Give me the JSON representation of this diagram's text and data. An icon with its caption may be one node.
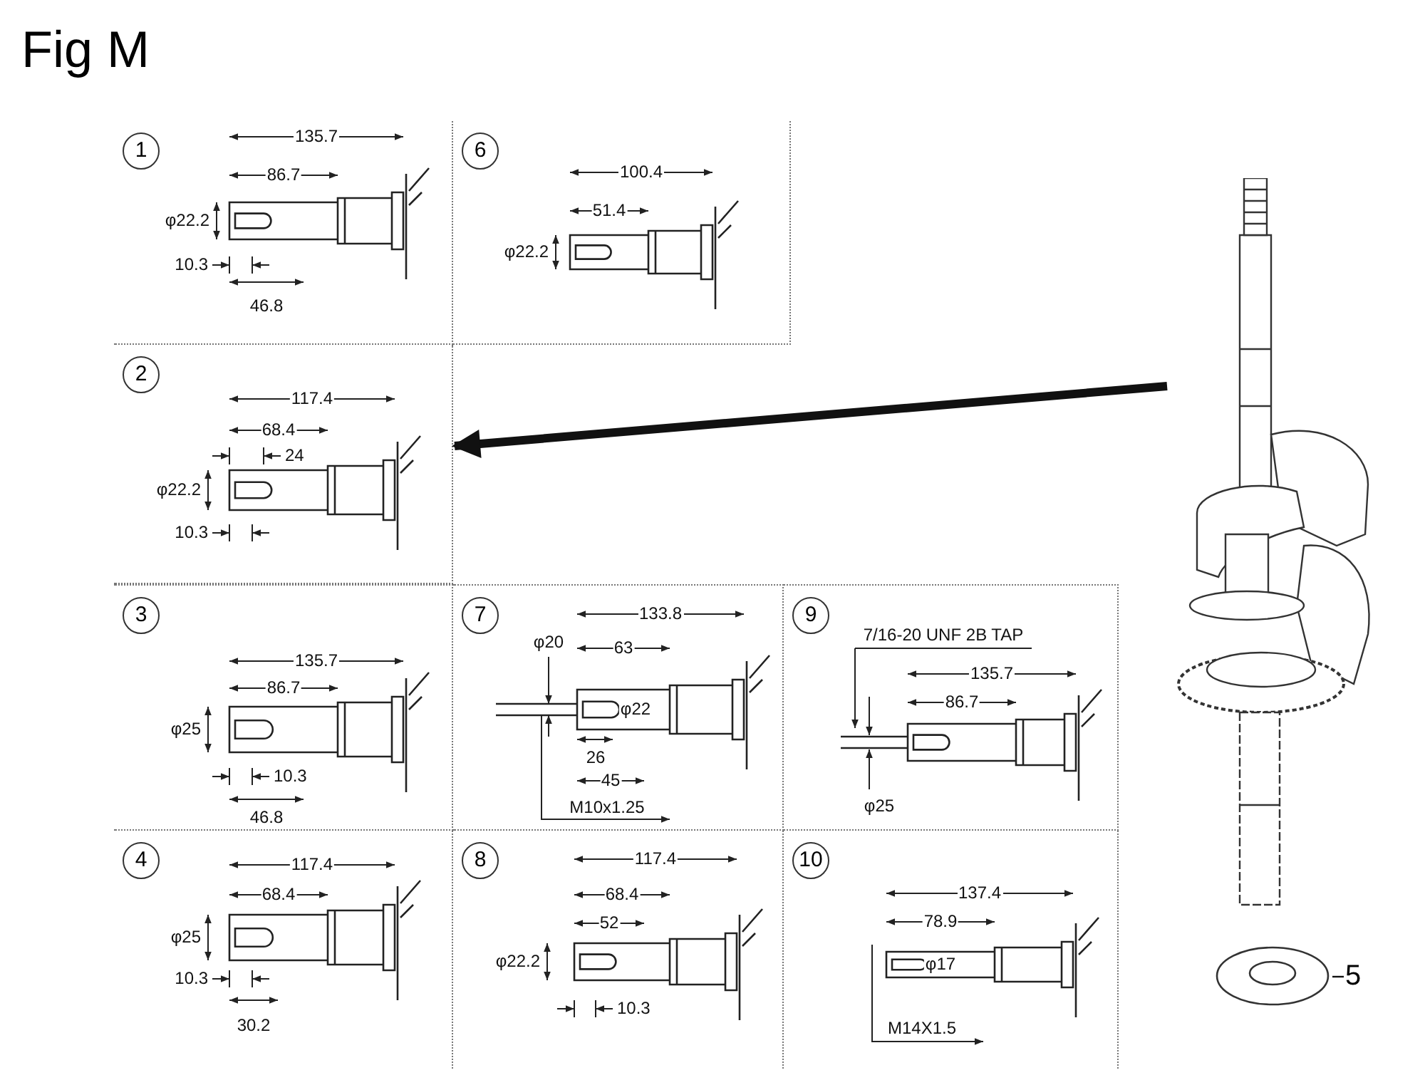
{
  "diagram": {
    "title": "Fig M",
    "nodes": [
      {
        "text": [
          "1",
          "135.7",
          "86.7",
          "φ22.2",
          "10.3",
          "46.8"
        ]
      },
      {
        "text": [
          "6",
          "100.4",
          "51.4",
          "φ22.2"
        ]
      },
      {
        "text": [
          "2",
          "117.4",
          "68.4",
          "24",
          "φ22.2",
          "10.3"
        ]
      },
      {
        "text": [
          "3",
          "135.7",
          "86.7",
          "φ25",
          "10.3",
          "46.8"
        ]
      },
      {
        "text": [
          "7",
          "133.8",
          "φ20",
          "63",
          "φ22",
          "26",
          "45",
          "M10x1.25"
        ]
      },
      {
        "text": [
          "9",
          "7/16-20 UNF 2B TAP",
          "135.7",
          "86.7",
          "φ25"
        ]
      },
      {
        "text": [
          "4",
          "117.4",
          "68.4",
          "φ25",
          "10.3",
          "30.2"
        ]
      },
      {
        "text": [
          "8",
          "117.4",
          "68.4",
          "52",
          "φ22.2",
          "10.3"
        ]
      },
      {
        "text": [
          "10",
          "137.4",
          "78.9",
          "φ17",
          "M14X1.5"
        ]
      },
      {
        "text": [],
        "shape": "picture"
      },
      {
        "text": [],
        "shape": "picture"
      },
      {
        "text": [
          "5"
        ]
      }
    ],
    "edges": [
      {
        "from": 9,
        "to": 2,
        "arrow": "to",
        "style": "thick"
      },
      {
        "from": 11,
        "to": 10,
        "arrow": "none"
      }
    ]
  }
}
